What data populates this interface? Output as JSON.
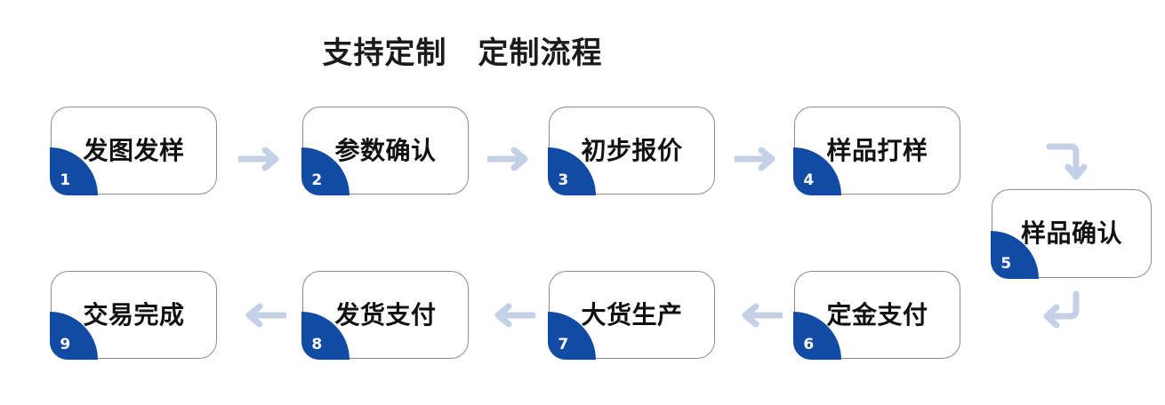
{
  "header": {
    "title": "支持定制　定制流程",
    "title_parts": [
      "支持定制",
      "定制流程"
    ]
  },
  "colors": {
    "badge_blue": "#114BA4",
    "arrow_blue_grey": "#C3D0E5",
    "box_border_grey": "#8C8C8C",
    "text_black": "#111111",
    "background": "#FFFFFF"
  },
  "flow": {
    "steps": [
      {
        "number": "1",
        "label": "发图发样",
        "row": "top",
        "order": 1
      },
      {
        "number": "2",
        "label": "参数确认",
        "row": "top",
        "order": 2
      },
      {
        "number": "3",
        "label": "初步报价",
        "row": "top",
        "order": 3
      },
      {
        "number": "4",
        "label": "样品打样",
        "row": "top",
        "order": 4
      },
      {
        "number": "5",
        "label": "样品确认",
        "row": "middle",
        "order": 5
      },
      {
        "number": "6",
        "label": "定金支付",
        "row": "bottom",
        "order": 6
      },
      {
        "number": "7",
        "label": "大货生产",
        "row": "bottom",
        "order": 7
      },
      {
        "number": "8",
        "label": "发货支付",
        "row": "bottom",
        "order": 8
      },
      {
        "number": "9",
        "label": "交易完成",
        "row": "bottom",
        "order": 9
      }
    ],
    "connectors": [
      {
        "name": "arrow-1-to-2",
        "icon": "arrow-right-icon",
        "direction": "right"
      },
      {
        "name": "arrow-2-to-3",
        "icon": "arrow-right-icon",
        "direction": "right"
      },
      {
        "name": "arrow-3-to-4",
        "icon": "arrow-right-icon",
        "direction": "right"
      },
      {
        "name": "arrow-4-to-5",
        "icon": "arrow-turn-down-icon",
        "direction": "turn-down"
      },
      {
        "name": "arrow-5-to-6",
        "icon": "arrow-turn-left-icon",
        "direction": "turn-left"
      },
      {
        "name": "arrow-6-to-7",
        "icon": "arrow-left-icon",
        "direction": "left"
      },
      {
        "name": "arrow-7-to-8",
        "icon": "arrow-left-icon",
        "direction": "left"
      },
      {
        "name": "arrow-8-to-9",
        "icon": "arrow-left-icon",
        "direction": "left"
      }
    ]
  }
}
